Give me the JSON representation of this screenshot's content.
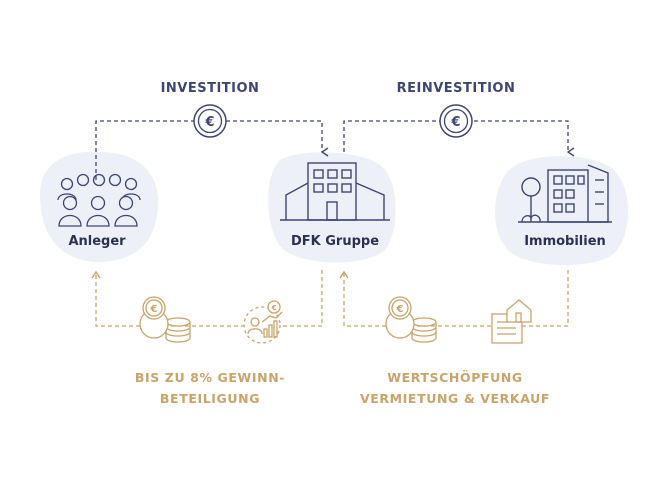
{
  "flows": {
    "investition": "INVESTITION",
    "reinvestition": "REINVESTITION"
  },
  "nodes": {
    "anleger": "Anleger",
    "dfk": "DFK Gruppe",
    "immobilien": "Immobilien"
  },
  "returns": {
    "gewinn_line1": "BIS ZU 8% GEWINN-",
    "gewinn_line2": "BETEILIGUNG",
    "wert_line1": "WERTSCHÖPFUNG",
    "wert_line2": "VERMIETUNG & VERKAUF"
  },
  "symbols": {
    "currency": "€"
  },
  "colors": {
    "navy": "#3d4672",
    "gold": "#c8a36a",
    "blob": "#eef0f7"
  }
}
